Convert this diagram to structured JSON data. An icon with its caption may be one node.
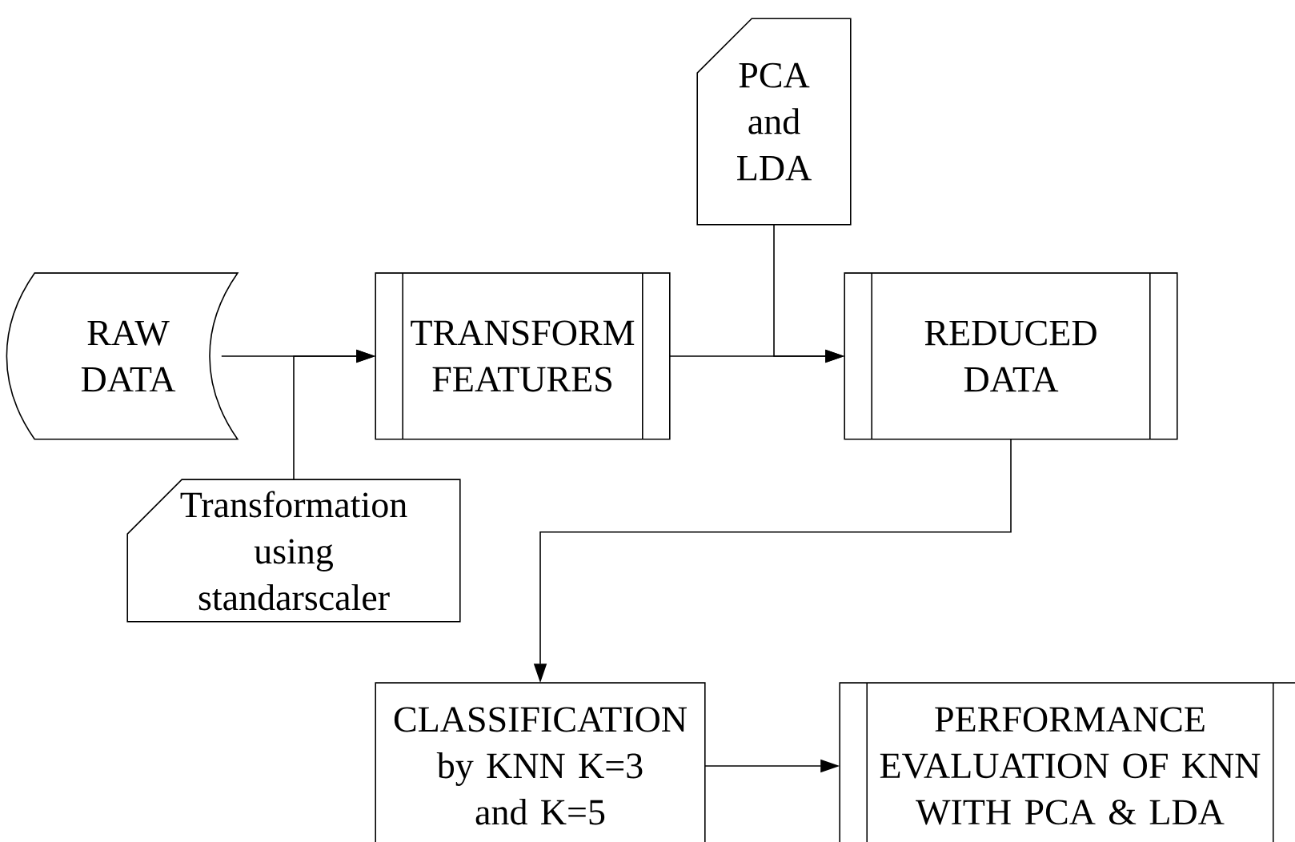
{
  "diagram": {
    "nodes": [
      {
        "text": [
          "RAW DATA"
        ]
      },
      {
        "text": [
          "TRANSFORM FEATURES"
        ]
      },
      {
        "text": [
          "PCA and LDA"
        ]
      },
      {
        "text": [
          "REDUCED DATA"
        ]
      },
      {
        "text": [
          "Transformation using standarscaler"
        ]
      },
      {
        "text": [
          "CLASSIFICATION by KNN K=3 and K=5"
        ]
      },
      {
        "text": [
          "PERFORMANCE EVALUATION OF KNN WITH PCA & LDA"
        ]
      }
    ],
    "edges": [
      {
        "from": 0,
        "to": 1,
        "arrow": "to"
      },
      {
        "from": 4,
        "to": 1,
        "arrow": "to"
      },
      {
        "from": 1,
        "to": 3,
        "arrow": "to"
      },
      {
        "from": 2,
        "to": 3,
        "arrow": "to"
      },
      {
        "from": 3,
        "to": 5,
        "arrow": "to"
      },
      {
        "from": 5,
        "to": 6,
        "arrow": "to"
      }
    ]
  }
}
